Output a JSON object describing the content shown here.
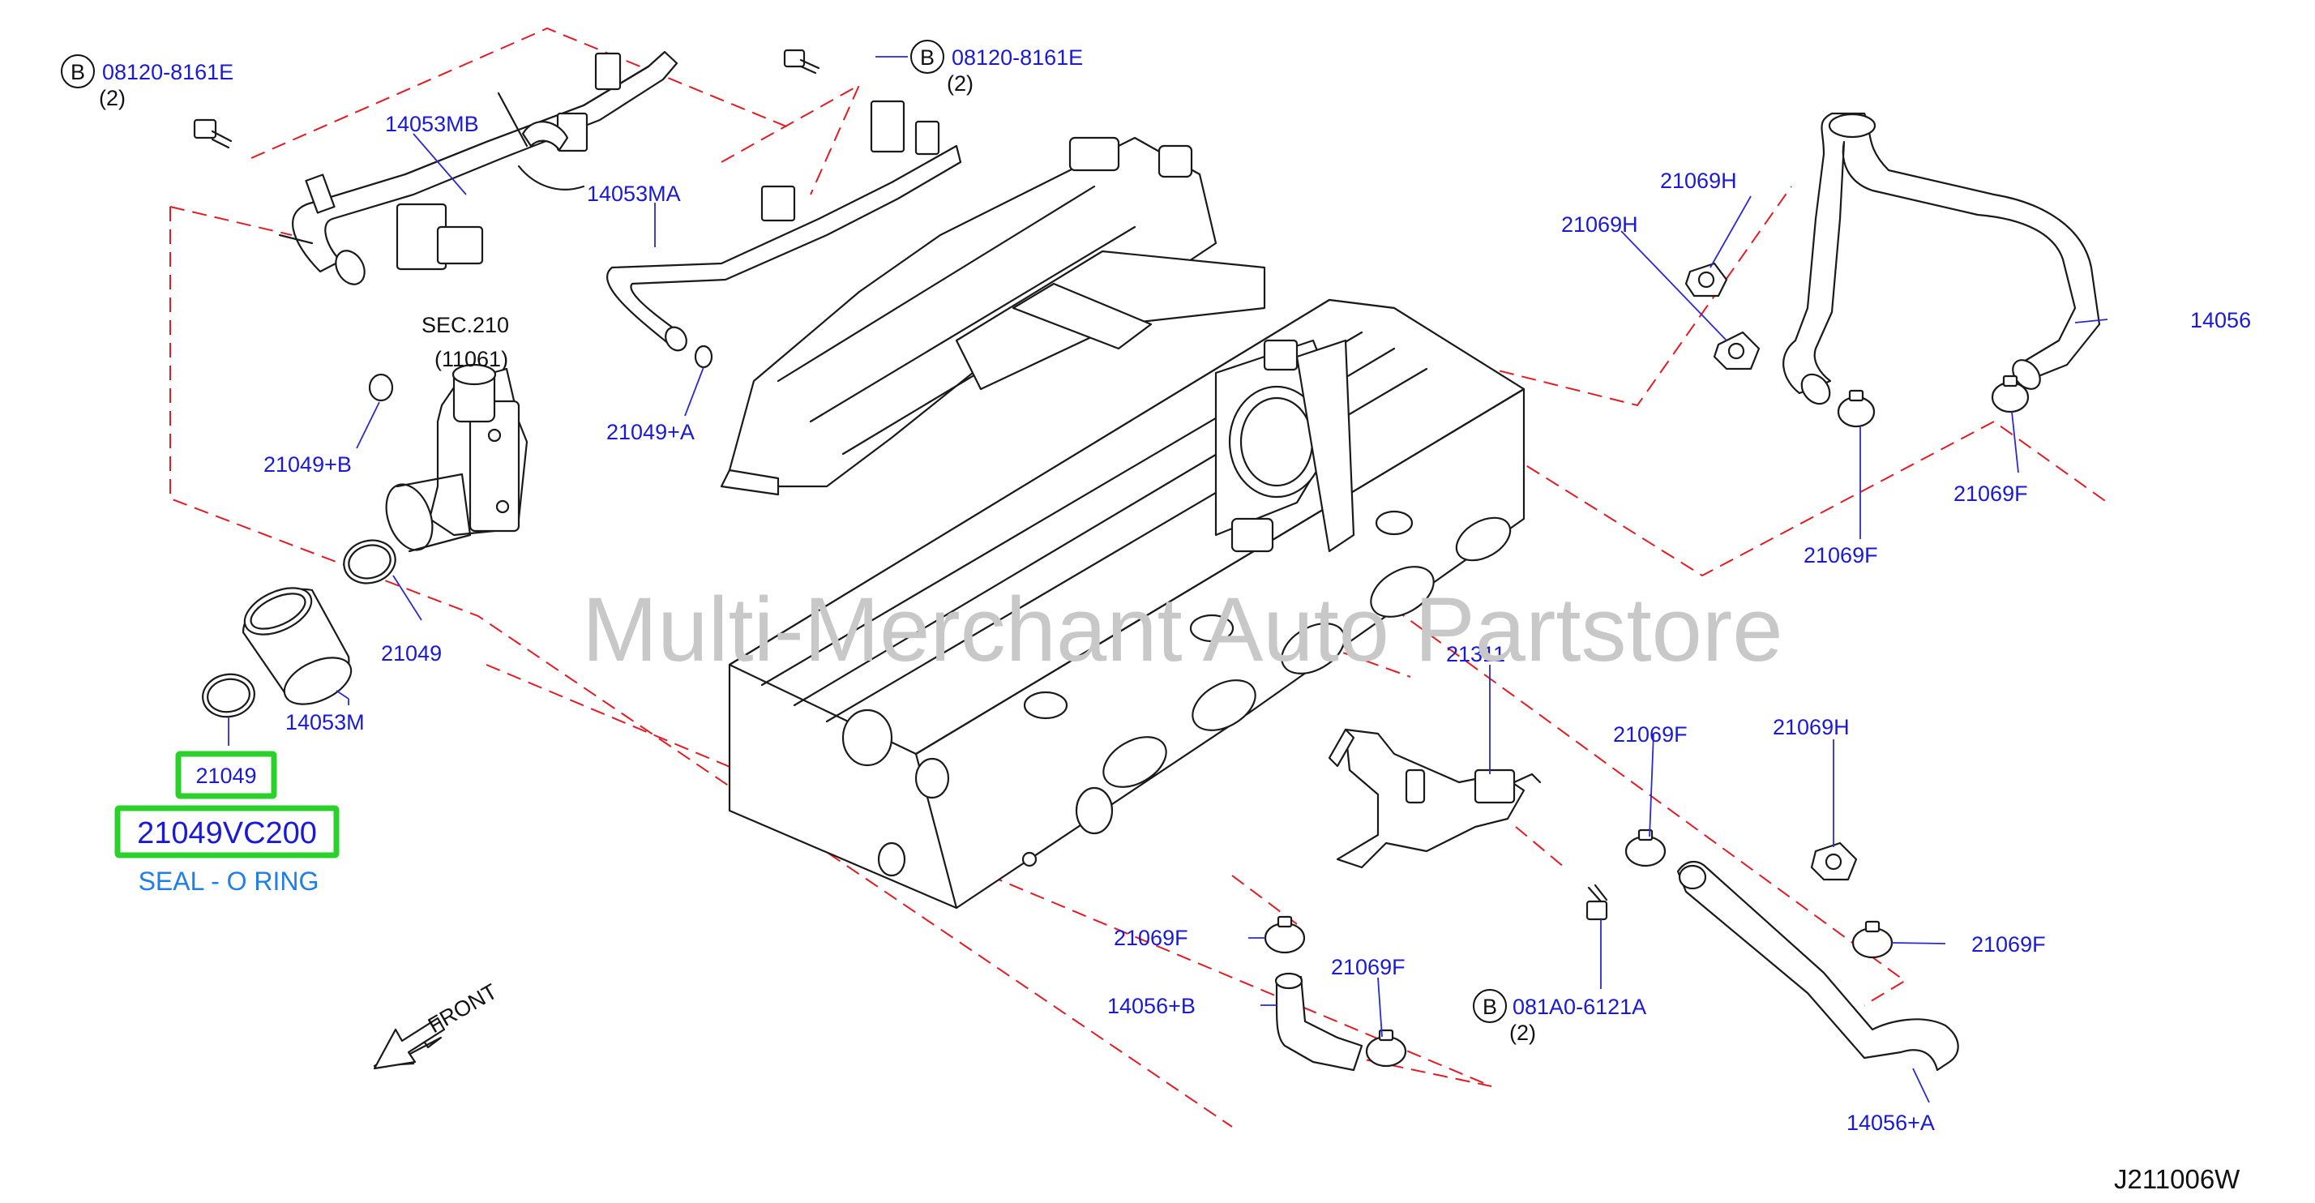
{
  "labels": {
    "bolt_tl_code": "08120-8161E",
    "bolt_tl_qty": "(2)",
    "bolt_tc_code": "08120-8161E",
    "bolt_tc_qty": "(2)",
    "bolt_br_code": "081A0-6121A",
    "bolt_br_qty": "(2)",
    "b_marker": "B",
    "p14053MB": "14053MB",
    "p14053MA": "14053MA",
    "p14053M": "14053M",
    "sec": "SEC.210",
    "sec_sub": "(11061)",
    "p21049B": "21049+B",
    "p21049A": "21049+A",
    "p21049": "21049",
    "p21069H_a": "21069H",
    "p21069H_b": "21069H",
    "p21069H_c": "21069H",
    "p14056": "14056",
    "p21069F_a": "21069F",
    "p21069F_b": "21069F",
    "p21069F_c": "21069F",
    "p21069F_d": "21069F",
    "p21069F_e": "21069F",
    "p21069F_f": "21069F",
    "p21311": "21311",
    "p14056B": "14056+B",
    "p14056A": "14056+A",
    "front": "FRONT",
    "diagram_code": "J211006W"
  },
  "highlight": {
    "part_no": "21049",
    "oem_no": "21049VC200",
    "description": "SEAL - O RING"
  },
  "watermark": "Multi-Merchant Auto Partstore",
  "colors": {
    "label_blue": "#1a1ad6",
    "description_blue": "#1f7fe6",
    "highlight_green": "#2ad12a",
    "dash_red": "#e31b23",
    "watermark_gray": "#c8c8c8"
  }
}
